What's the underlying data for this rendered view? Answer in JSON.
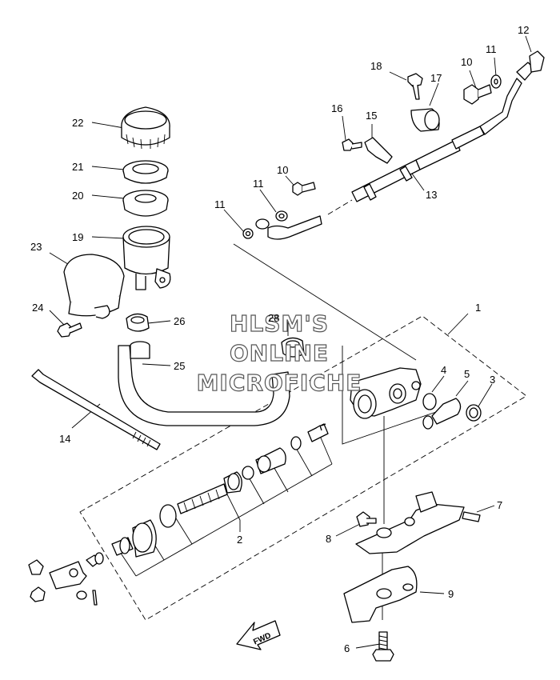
{
  "watermark": {
    "line1": "HLSM'S",
    "line2": "ONLINE",
    "line3": "MICROFICHE"
  },
  "fwd_label": "FWD",
  "callouts": [
    "1",
    "2",
    "3",
    "4",
    "5",
    "6",
    "7",
    "8",
    "9",
    "10",
    "10",
    "11",
    "11",
    "11",
    "12",
    "13",
    "14",
    "15",
    "16",
    "17",
    "18",
    "19",
    "20",
    "21",
    "22",
    "23",
    "24",
    "25",
    "26",
    "28"
  ]
}
